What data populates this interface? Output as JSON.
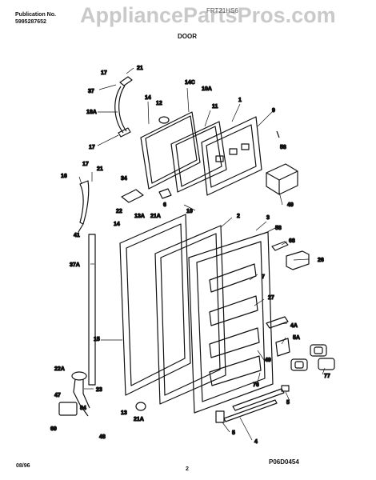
{
  "header": {
    "publication_label": "Publication No.",
    "publication_number": "5995287652",
    "watermark": "AppliancePartsPros.com",
    "model": "FRT21HS6",
    "section_title": "DOOR"
  },
  "footer": {
    "date": "08/96",
    "page": "2",
    "figure_ref": "P06D0454"
  },
  "callouts": [
    "21",
    "17",
    "37",
    "14C",
    "10A",
    "14",
    "12",
    "11",
    "1",
    "9",
    "18A",
    "17",
    "58",
    "21",
    "17",
    "34",
    "6",
    "49",
    "16",
    "13A",
    "21A",
    "10",
    "22",
    "2",
    "14",
    "3",
    "58",
    "68",
    "41",
    "26",
    "37A",
    "7",
    "27",
    "4A",
    "5A",
    "49",
    "15",
    "77",
    "76",
    "22A",
    "23",
    "5",
    "47",
    "13",
    "21A",
    "4",
    "84",
    "5",
    "69",
    "48"
  ]
}
